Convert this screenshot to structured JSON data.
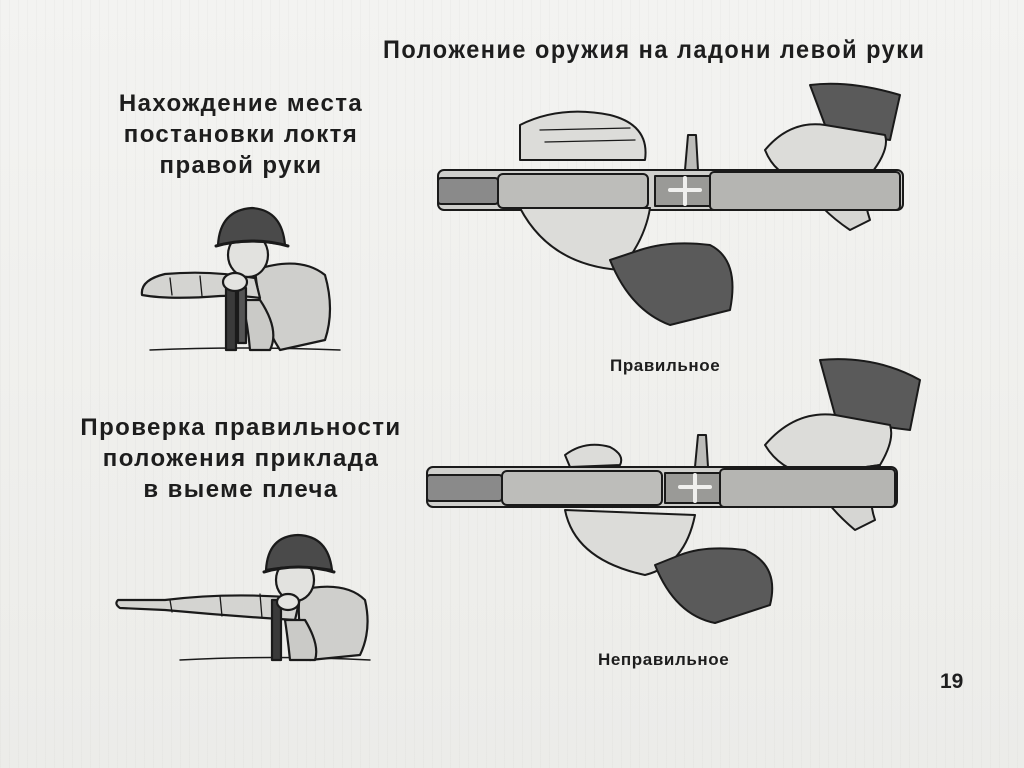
{
  "header": {
    "title": "Положение оружия на ладони левой руки"
  },
  "left_blocks": [
    {
      "lines": [
        "Нахождение места",
        "постановки локтя",
        "правой руки"
      ]
    },
    {
      "lines": [
        "Проверка правильности",
        "положения  приклада",
        "в выеме плеча"
      ]
    }
  ],
  "captions": {
    "correct": "Правильное",
    "incorrect": "Неправильное"
  },
  "page_number": "19",
  "figures": {
    "soldier_1": "soldier-aiming-icon",
    "soldier_2": "soldier-pointing-icon",
    "weapon_correct": "rifle-on-palm-icon",
    "weapon_incorrect": "rifle-on-fingertips-icon"
  }
}
